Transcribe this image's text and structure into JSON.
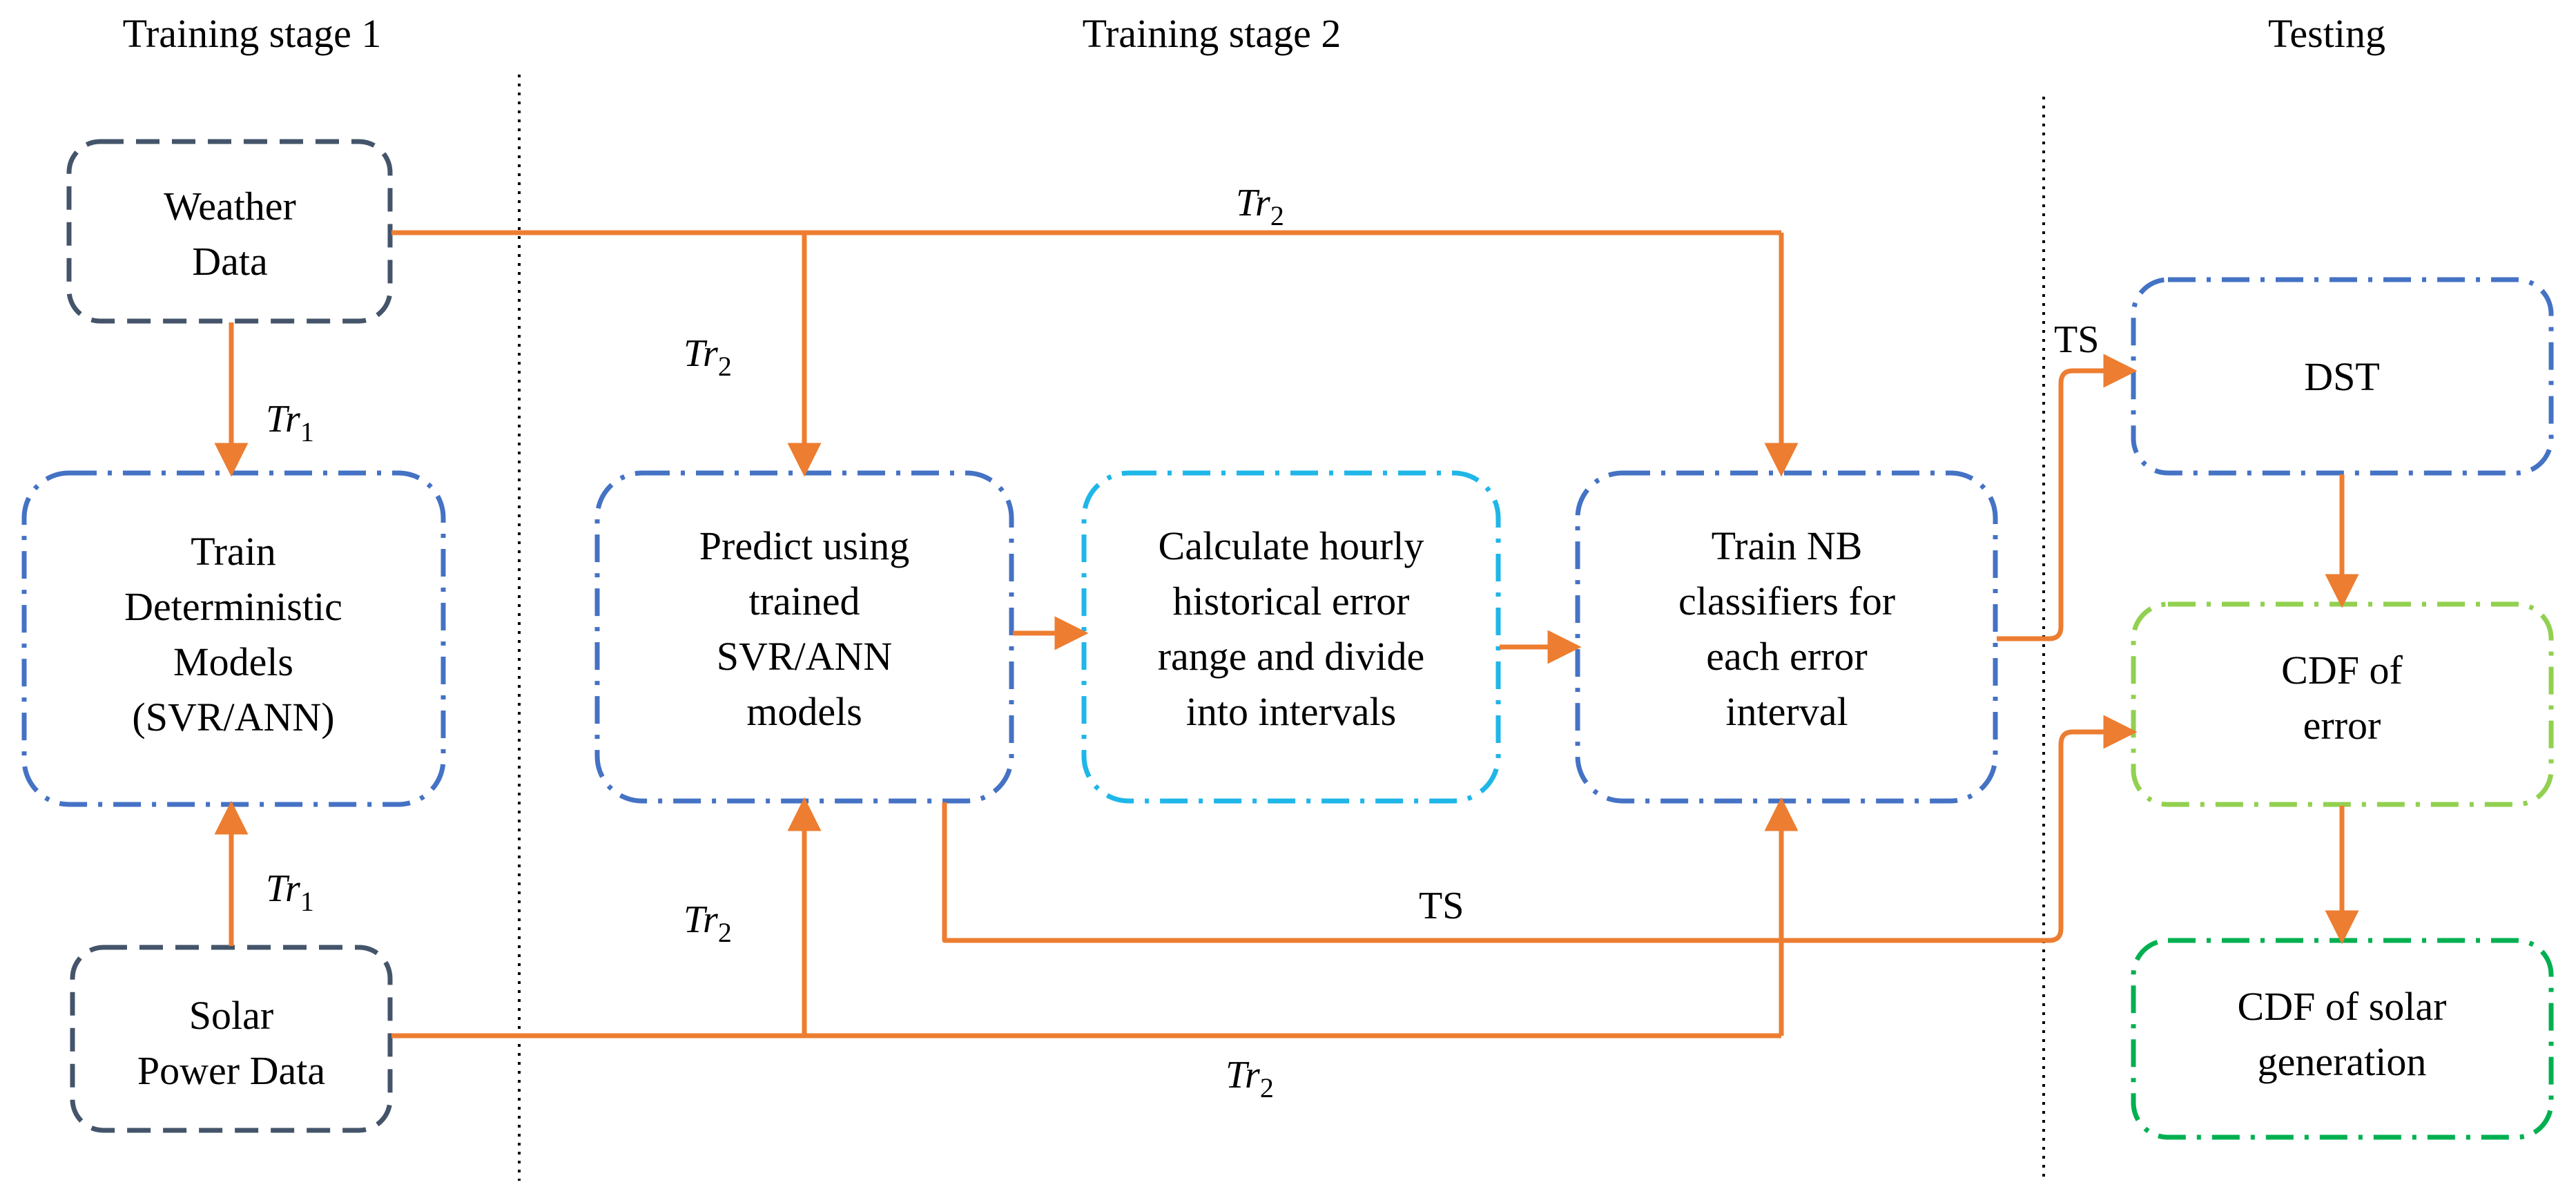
{
  "stages": {
    "stage1": "Training stage 1",
    "stage2": "Training stage 2",
    "testing": "Testing"
  },
  "boxes": {
    "weather": [
      "Weather",
      "Data"
    ],
    "train": [
      "Train",
      "Deterministic",
      "Models",
      "(SVR/ANN)"
    ],
    "solar": [
      "Solar",
      "Power Data"
    ],
    "predict": [
      "Predict using",
      "trained",
      "SVR/ANN",
      "models"
    ],
    "calculate": [
      "Calculate hourly",
      "historical error",
      "range and divide",
      "into intervals"
    ],
    "train_nb": [
      "Train NB",
      "classifiers for",
      "each error",
      "interval"
    ],
    "dst": [
      "DST"
    ],
    "cdf_error": [
      "CDF of",
      "error"
    ],
    "cdf_solar": [
      "CDF of solar",
      "generation"
    ]
  },
  "labels": {
    "tr_base": "Tr",
    "sub1": "1",
    "sub2": "2",
    "ts": "TS"
  },
  "colors": {
    "arrow": "#ED7D31",
    "box_dark": "#44546A",
    "box_blue": "#4472C4",
    "box_light_blue": "#1FB6E8",
    "box_light_green": "#92D050",
    "box_green": "#00B050",
    "divider": "#000000"
  }
}
